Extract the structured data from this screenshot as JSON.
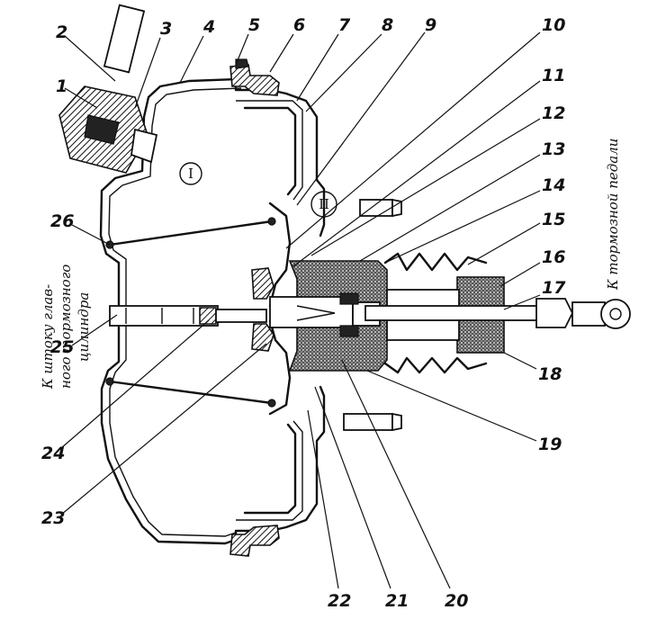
{
  "labels": {
    "l1": "1",
    "l2": "2",
    "l3": "3",
    "l4": "4",
    "l5": "5",
    "l6": "6",
    "l7": "7",
    "l8": "8",
    "l9": "9",
    "l10": "10",
    "l11": "11",
    "l12": "12",
    "l13": "13",
    "l14": "14",
    "l15": "15",
    "l16": "16",
    "l17": "17",
    "l18": "18",
    "l19": "19",
    "l20": "20",
    "l21": "21",
    "l22": "22",
    "l23": "23",
    "l24": "24",
    "l25": "25",
    "l26": "26"
  },
  "chambers": {
    "one": "I",
    "two": "II"
  },
  "annotations": {
    "master_cylinder_line1": "К штоку глав-",
    "master_cylinder_line2": "ного тормозного",
    "master_cylinder_line3": "цилиндра",
    "pedal": "К тормозной педали"
  }
}
